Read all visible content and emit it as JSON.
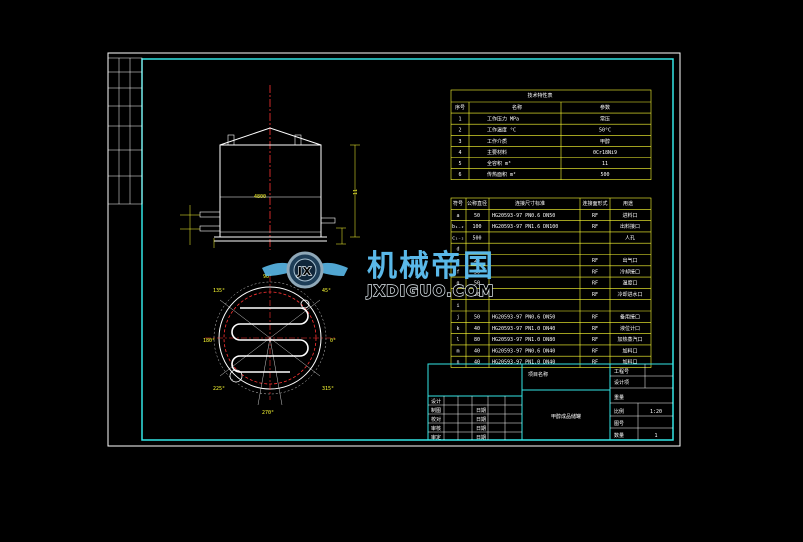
{
  "watermark": {
    "cn": "机械帝国",
    "en": "JXDIGUO.COM",
    "logo": "JX"
  },
  "tech_table": {
    "title": "技术特性表",
    "headers": [
      "序号",
      "名称",
      "参数"
    ],
    "rows": [
      [
        "1",
        "工作压力 MPa",
        "常压"
      ],
      [
        "2",
        "工作温度 °C",
        "50°C"
      ],
      [
        "3",
        "工作介质",
        "甲醇"
      ],
      [
        "4",
        "主要材料",
        "0Cr18Ni9"
      ],
      [
        "5",
        "全容积 m³",
        "11"
      ],
      [
        "6",
        "传热面积 m²",
        "500"
      ]
    ]
  },
  "nozzle_table": {
    "headers": [
      "符号",
      "公称直径",
      "连接尺寸标准",
      "连接面形式",
      "用途"
    ],
    "rows": [
      [
        "a",
        "50",
        "HG20593-97 PN0.6 DN50",
        "RF",
        "进料口"
      ],
      [
        "b₁₋₂",
        "100",
        "HG20593-97 PN1.6 DN100",
        "RF",
        "出料接口"
      ],
      [
        "c₁₋₂",
        "500",
        "",
        "",
        "人孔"
      ],
      [
        "d",
        "",
        "",
        "",
        ""
      ],
      [
        "e",
        "25",
        "",
        "RF",
        "出气口"
      ],
      [
        "f",
        "50",
        "",
        "RF",
        "冷却接口"
      ],
      [
        "g",
        "50",
        "",
        "RF",
        "温度口"
      ],
      [
        "h",
        "50",
        "",
        "RF",
        "冷却进水口"
      ],
      [
        "i",
        "",
        "",
        "",
        ""
      ],
      [
        "j",
        "50",
        "HG20593-97 PN0.6 DN50",
        "RF",
        "备用接口"
      ],
      [
        "k",
        "40",
        "HG20593-97 PN1.0 DN40",
        "RF",
        "液位计口"
      ],
      [
        "l",
        "80",
        "HG20593-97 PN1.0 DN80",
        "RF",
        "加热蒸汽口"
      ],
      [
        "m",
        "40",
        "HG20593-97 PN0.6 DN40",
        "RF",
        "加料口"
      ],
      [
        "n",
        "40",
        "HG20593-97 PN1.0 DN40",
        "RF",
        "加料口"
      ]
    ]
  },
  "title_block": {
    "project_label": "项目名称",
    "drawing_title": "甲醇成品储罐",
    "right_labels": [
      "工程号",
      "设计项",
      "比例",
      "图号",
      "数量",
      "重量"
    ],
    "right_values": [
      "",
      "",
      "1:20",
      "",
      "1",
      ""
    ],
    "left_labels": [
      "设计",
      "制图",
      "校对",
      "审核",
      "审定"
    ],
    "mid_labels": [
      "日期",
      "日期",
      "日期",
      "日期"
    ]
  },
  "drawing": {
    "dim_height": "4800",
    "dim_side": "11",
    "angles": [
      "180°",
      "135°",
      "90°",
      "45°",
      "0°",
      "225°",
      "270°",
      "315°"
    ]
  },
  "colors": {
    "frame": "#ffffff",
    "inner_frame": "#33e6e6",
    "centerline": "#ff3333",
    "dimension": "#ffff33",
    "table_border": "#ffff33",
    "vessel": "#ffffff",
    "watermark_blue": "#5ab8e8"
  }
}
